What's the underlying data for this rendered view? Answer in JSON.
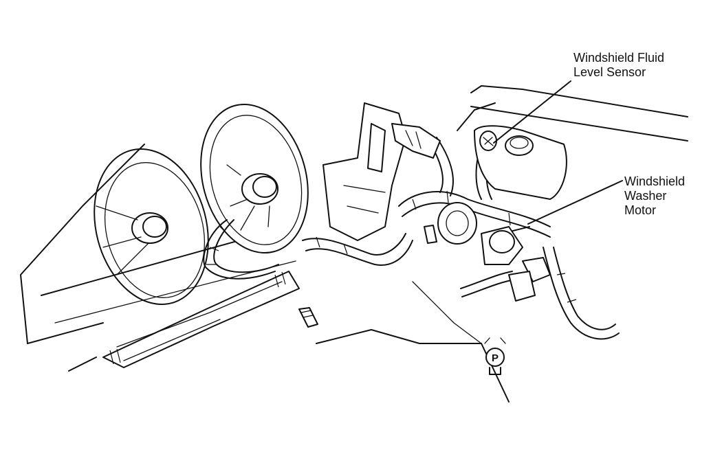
{
  "labels": {
    "fluid_sensor": {
      "line1": "Windshield Fluid",
      "line2": "Level Sensor"
    },
    "washer_motor": {
      "line1": "Windshield",
      "line2": "Washer",
      "line3": "Motor"
    }
  },
  "park_symbol": "P"
}
